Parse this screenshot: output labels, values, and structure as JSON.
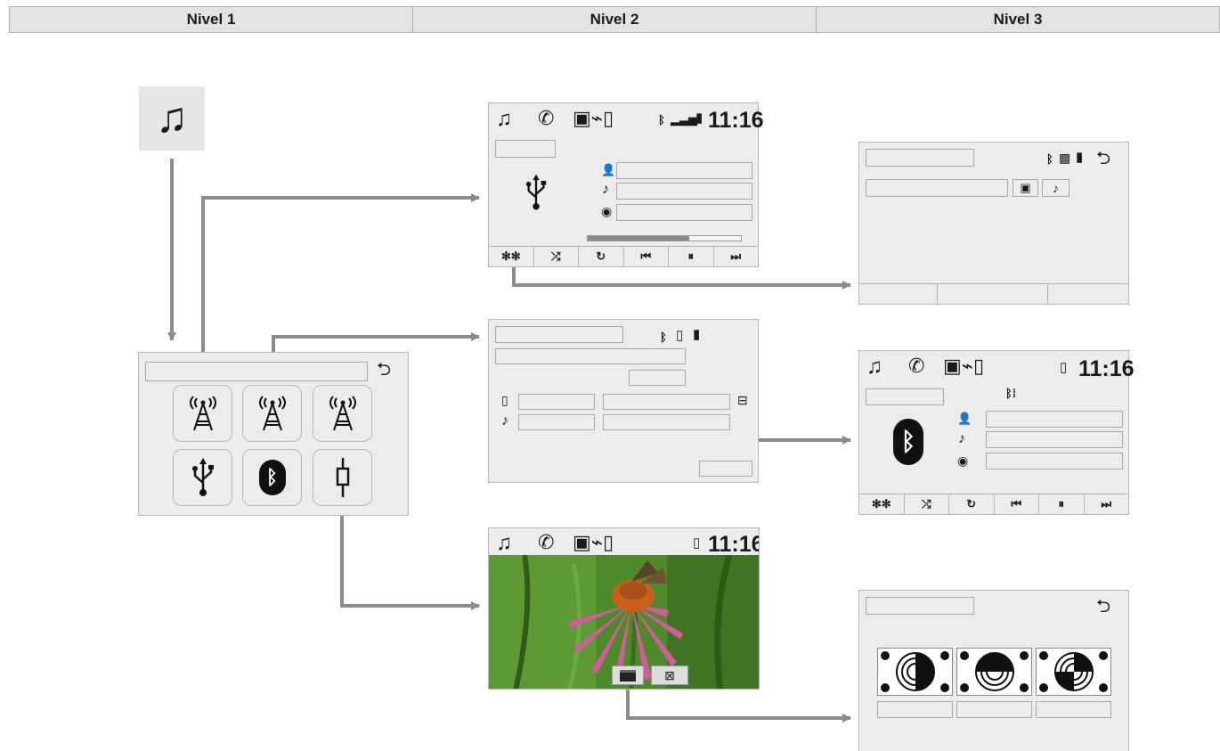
{
  "header": {
    "columns": [
      "Nivel 1",
      "Nivel 2",
      "Nivel 3"
    ]
  },
  "status": {
    "time": "11:16"
  },
  "icons": {
    "music": "music-note-icon",
    "phone": "phone-icon",
    "device": "device-link-icon",
    "usb": "usb-icon",
    "bluetooth": "bluetooth-icon",
    "aux": "aux-jack-icon",
    "antenna": "radio-antenna-icon",
    "back": "back-arrow-icon",
    "settings": "settings-icon",
    "shuffle": "shuffle-icon",
    "repeat": "repeat-icon",
    "previous": "previous-track-icon",
    "pause": "pause-icon",
    "next": "next-track-icon"
  },
  "colors": {
    "header_bg": "#e3e3e3",
    "screen_bg": "#ececec",
    "connector": "#8c8c8c",
    "flower": "#d45aa0",
    "foliage": "#4f8a2a"
  }
}
